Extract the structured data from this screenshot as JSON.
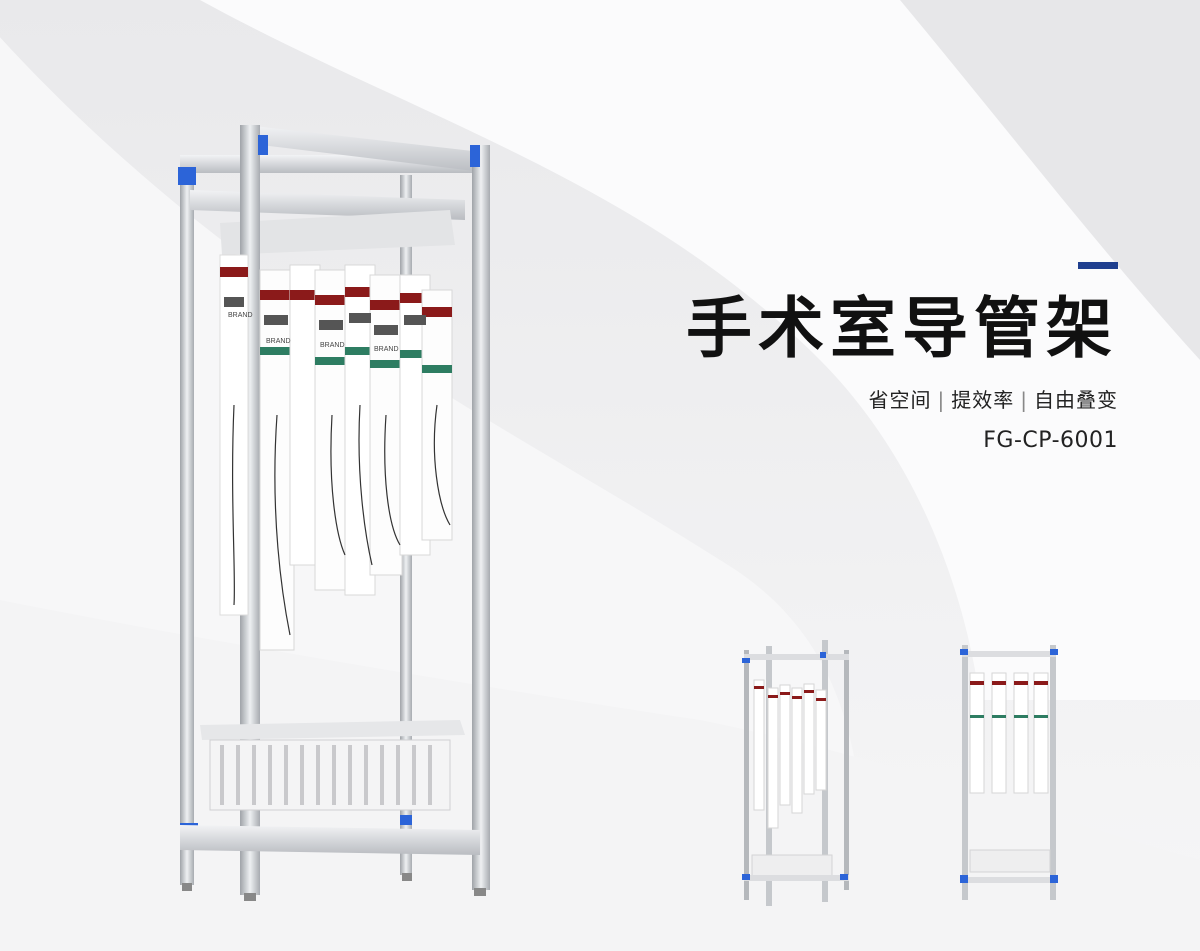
{
  "product": {
    "title": "手术室导管架",
    "tagline": [
      "省空间",
      "提效率",
      "自由叠变"
    ],
    "model": "FG-CP-6001"
  },
  "hero_rack": {
    "label_text": "BRAND"
  },
  "colors": {
    "accent": "#1f3f8f",
    "connector_blue": "#2c64d8",
    "tag_red": "#8b1a1a",
    "tag_green": "#2e7d62",
    "frame": "#c8cacd"
  }
}
